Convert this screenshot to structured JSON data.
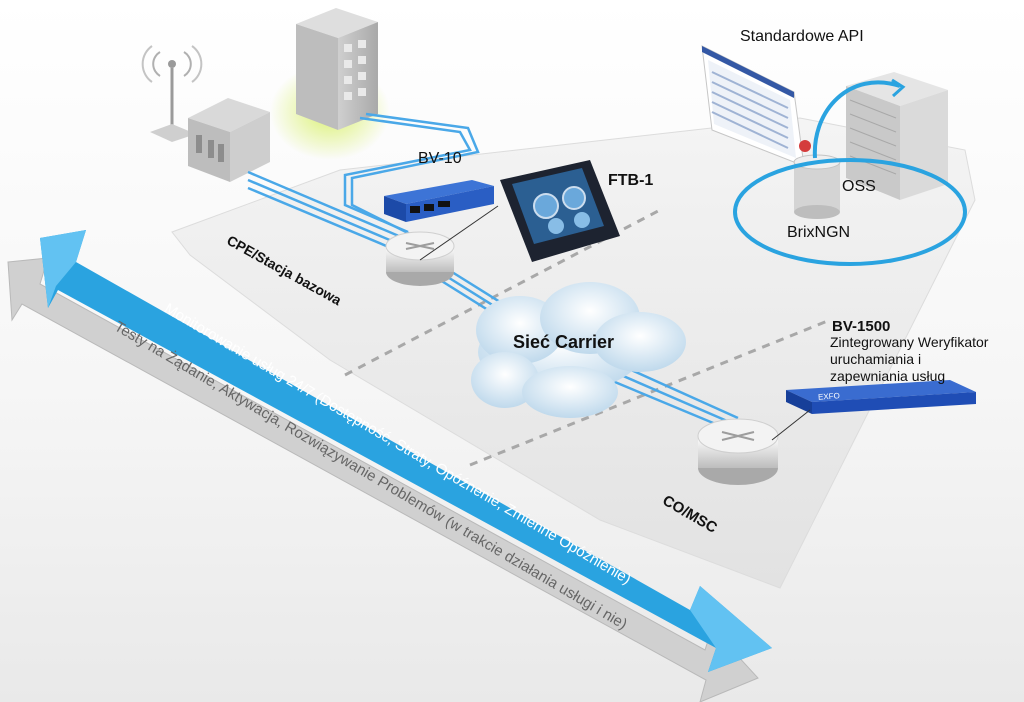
{
  "labels": {
    "standard_api": "Standardowe API",
    "oss": "OSS",
    "brixngn": "BrixNGN",
    "bv10": "BV-10",
    "ftb1": "FTB-1",
    "cpe": "CPE/Stacja bazowa",
    "carrier": "Sieć Carrier",
    "bv1500_title": "BV-1500",
    "bv1500_line1": "Zintegrowany Weryfikator",
    "bv1500_line2": "uruchamiania i",
    "bv1500_line3": "zapewniania usług",
    "co_msc": "CO/MSC",
    "exfo_brand": "EXFO"
  },
  "arrows": {
    "monitoring": "Monitorowanie usług 24/7 (Dostępność, Straty, Opóźnenie, Zmienne Opóźnienie)",
    "on_demand": "Testy na Żądanie, Aktywacja, Rozwiązywanie Problemów (w trakcie działania usługi i nie)"
  },
  "colors": {
    "accent_blue": "#2aa3e0",
    "platform": "#ececec",
    "device_blue": "#1d4fb0"
  },
  "icons": {
    "antenna": "antenna-icon",
    "building": "building-icon",
    "cabinet": "cabinet-icon",
    "router": "router-icon",
    "cloud": "cloud-icon",
    "server": "server-icon",
    "database": "database-icon",
    "monitor": "monitor-icon"
  }
}
